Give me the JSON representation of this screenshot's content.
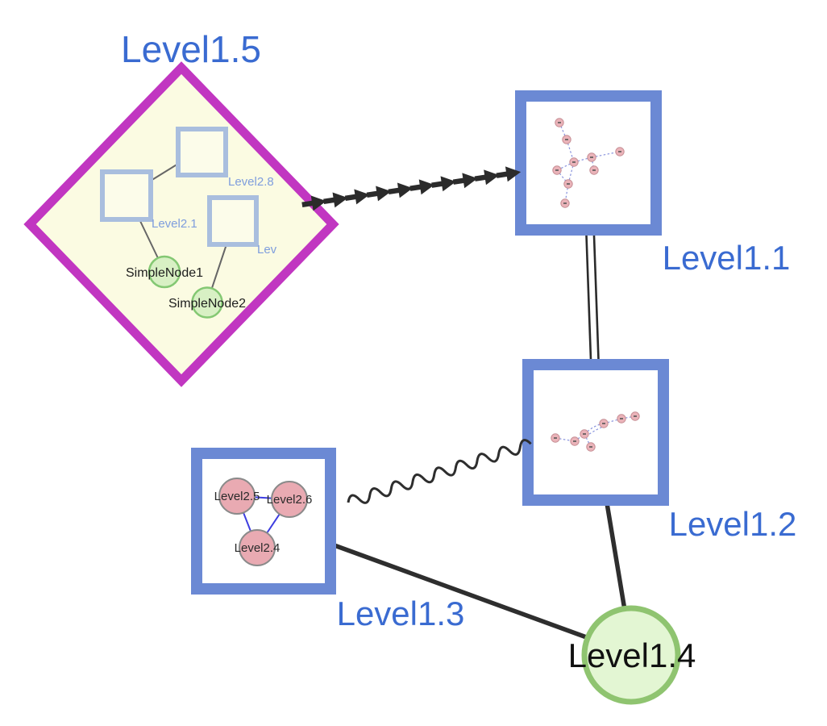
{
  "diagram": {
    "label_color": "#3a6bd1",
    "nodes": {
      "level1_5": {
        "label": "Level1.5",
        "shape": "diamond",
        "border_color": "#c136c1",
        "fill": "#fbfbe2",
        "children": {
          "level2_8": {
            "label": "Level2.8",
            "shape": "square"
          },
          "level2_1": {
            "label": "Level2.1",
            "shape": "square"
          },
          "level2_lev": {
            "label": "Lev",
            "shape": "square"
          },
          "simplenode1": {
            "label": "SimpleNode1",
            "shape": "circle"
          },
          "simplenode2": {
            "label": "SimpleNode2",
            "shape": "circle"
          }
        }
      },
      "level1_1": {
        "label": "Level1.1",
        "shape": "square",
        "border_color": "#6b89d4",
        "inner_node_count": 9
      },
      "level1_2": {
        "label": "Level1.2",
        "shape": "square",
        "border_color": "#6b89d4",
        "inner_node_count": 7
      },
      "level1_3": {
        "label": "Level1.3",
        "shape": "square",
        "border_color": "#6b89d4",
        "children": {
          "level2_5": {
            "label": "Level2.5",
            "shape": "circle"
          },
          "level2_6": {
            "label": "Level2.6",
            "shape": "circle"
          },
          "level2_4": {
            "label": "Level2.4",
            "shape": "circle"
          }
        }
      },
      "level1_4": {
        "label": "Level1.4",
        "shape": "circle",
        "border_color": "#8fc470",
        "fill": "#e3f6d3"
      }
    },
    "edges": [
      {
        "from": "level1_5",
        "to": "level1_1",
        "style": "dashed-arrow-chain"
      },
      {
        "from": "level1_1",
        "to": "level1_2",
        "style": "double-line"
      },
      {
        "from": "level1_3",
        "to": "level1_2",
        "style": "wavy"
      },
      {
        "from": "level1_3",
        "to": "level1_4",
        "style": "solid"
      },
      {
        "from": "level1_2",
        "to": "level1_4",
        "style": "solid"
      }
    ]
  }
}
